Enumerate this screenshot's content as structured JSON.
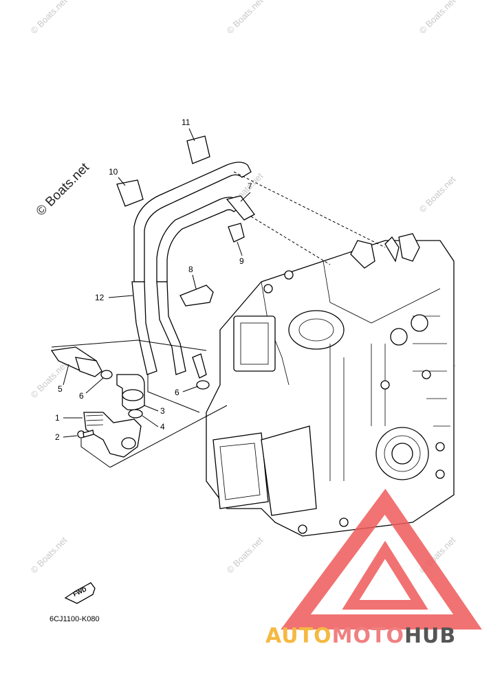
{
  "watermark": {
    "text": "© Boats.net"
  },
  "callouts": [
    "1",
    "2",
    "3",
    "4",
    "5",
    "6",
    "6",
    "7",
    "8",
    "9",
    "10",
    "11",
    "12"
  ],
  "fwd_label": "FWD",
  "diagram_code": "6CJ1100-K080",
  "brand": {
    "part1": "AUTO",
    "part2": "MOTO",
    "part3": "HUB",
    "color1": "#f5b942",
    "color2": "#f08080",
    "color3": "#555555",
    "triangle_color": "#ef5a5a"
  }
}
